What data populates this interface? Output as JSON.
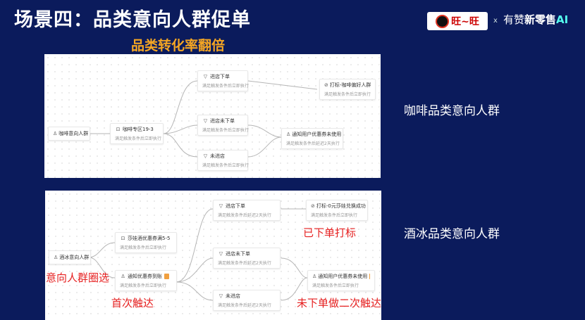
{
  "header": {
    "title": "场景四：品类意向人群促单",
    "subtitle": "品类转化率翻倍",
    "brand_logo_text": "旺~旺",
    "brand_x": "x",
    "youzan_prefix": "有赞",
    "youzan_bold": "新零售",
    "youzan_ai": "AI"
  },
  "colors": {
    "background": "#0b1b5c",
    "subtitle": "#f5a623",
    "annotation_red": "#e62020"
  },
  "flow1": {
    "side_label": "咖啡品类意向人群",
    "start": {
      "label": "咖啡意向人群",
      "icon": "user-icon"
    },
    "n1": {
      "label": "咖啡专区19-3",
      "sub": "满足触发条件后立即执行",
      "icon": "coupon-icon"
    },
    "b1": {
      "label": "进店下单",
      "sub": "满足触发条件后立即执行",
      "icon": "filter-icon"
    },
    "b2": {
      "label": "进店未下单",
      "sub": "满足触发条件后立即执行",
      "icon": "filter-icon"
    },
    "b3": {
      "label": "未进店",
      "sub": "满足触发条件后立即执行",
      "icon": "filter-icon"
    },
    "tag": {
      "label": "打标-咖啡偏好人群",
      "sub": "满足触发条件后立即执行",
      "icon": "tag-icon"
    },
    "notify": {
      "label": "通知用户优惠券未使用",
      "sub": "满足触发条件后延迟2天执行",
      "icon": "users-icon"
    }
  },
  "flow2": {
    "side_label": "酒冰品类意向人群",
    "start": {
      "label": "酒冰意向人群",
      "icon": "user-icon"
    },
    "coupon": {
      "label": "莎娃酒优惠券满5-5",
      "sub": "满足触发条件后立即执行",
      "icon": "coupon-icon"
    },
    "notify1": {
      "label": "通知优惠券到账",
      "sub": "满足触发条件后立即执行",
      "icon": "users-icon"
    },
    "b1": {
      "label": "进店下单",
      "sub": "满足触发条件后延迟2天执行",
      "icon": "filter-icon"
    },
    "b2": {
      "label": "进店未下单",
      "sub": "满足触发条件后延迟2天执行",
      "icon": "filter-icon"
    },
    "b3": {
      "label": "未进店",
      "sub": "满足触发条件后延迟2天执行",
      "icon": "filter-icon"
    },
    "tag": {
      "label": "打标-0元莎娃兑换成功",
      "sub": "满足触发条件后立即执行",
      "icon": "tag-icon"
    },
    "notify2": {
      "label": "通知用户优惠券未使用",
      "sub": "满足触发条件后立即执行",
      "icon": "users-icon"
    }
  },
  "annotations": {
    "intent": "意向人群圈选",
    "first_touch": "首次触达",
    "ordered_tag": "已下单打标",
    "not_ordered": "未下单做二次触达"
  }
}
